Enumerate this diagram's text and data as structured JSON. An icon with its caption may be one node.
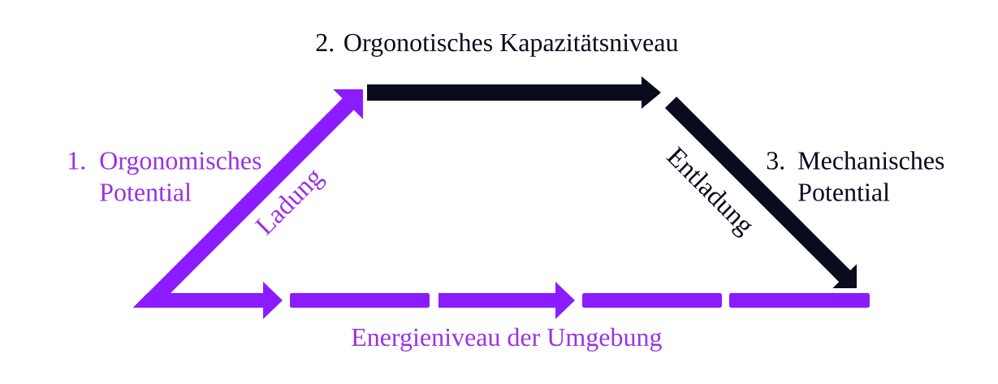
{
  "diagram": {
    "labels": [
      "2. Orgonotisches Kapazitätsniveau",
      "1. Orgonomisches Potential",
      "Ladung",
      "Entladung",
      "3. Mechanisches Potential",
      "Energieniveau der Umgebung"
    ]
  }
}
